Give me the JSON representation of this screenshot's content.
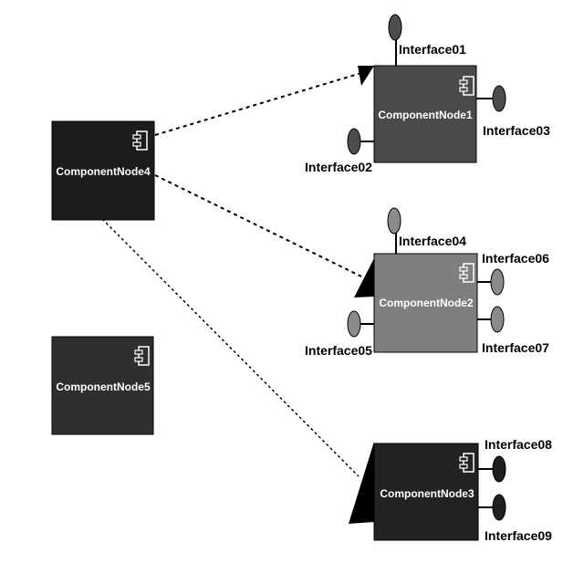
{
  "nodes": [
    {
      "id": "n4",
      "name": "ComponentNode4",
      "color": "#1c1c1c"
    },
    {
      "id": "n5",
      "name": "ComponentNode5",
      "color": "#2f2f2f"
    },
    {
      "id": "n1",
      "name": "ComponentNode1",
      "color": "#4a4a4a"
    },
    {
      "id": "n2",
      "name": "ComponentNode2",
      "color": "#7f7f7f"
    },
    {
      "id": "n3",
      "name": "ComponentNode3",
      "color": "#222222"
    }
  ],
  "interfaces": [
    {
      "name": "Interface01",
      "node": "n1",
      "color": "#4d4d4d"
    },
    {
      "name": "Interface02",
      "node": "n1",
      "color": "#4d4d4d"
    },
    {
      "name": "Interface03",
      "node": "n1",
      "color": "#4d4d4d"
    },
    {
      "name": "Interface04",
      "node": "n2",
      "color": "#8a8a8a"
    },
    {
      "name": "Interface05",
      "node": "n2",
      "color": "#8a8a8a"
    },
    {
      "name": "Interface06",
      "node": "n2",
      "color": "#8a8a8a"
    },
    {
      "name": "Interface07",
      "node": "n2",
      "color": "#8a8a8a"
    },
    {
      "name": "Interface08",
      "node": "n3",
      "color": "#1f1f1f"
    },
    {
      "name": "Interface09",
      "node": "n3",
      "color": "#1f1f1f"
    }
  ],
  "dependencies": [
    {
      "from": "n4",
      "to": "n1"
    },
    {
      "from": "n4",
      "to": "n2"
    },
    {
      "from": "n4",
      "to": "n3"
    }
  ]
}
